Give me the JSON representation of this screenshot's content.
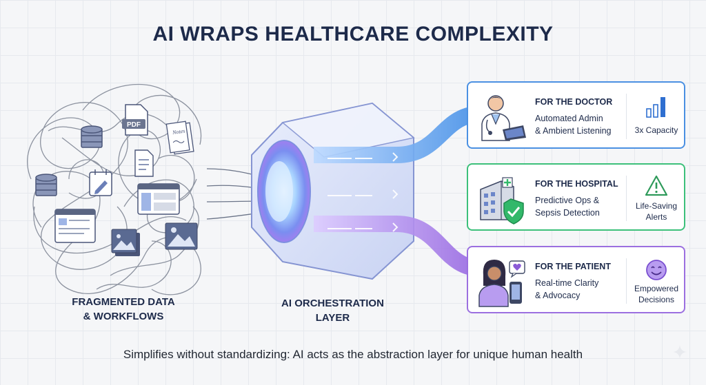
{
  "title": "AI WRAPS HEALTHCARE COMPLEXITY",
  "left_caption": [
    "FRAGMENTED DATA",
    "& WORKFLOWS"
  ],
  "center_caption": [
    "AI ORCHESTRATION",
    "LAYER"
  ],
  "document_icon_labels": {
    "pdf": "PDF",
    "notes": "Notes"
  },
  "cards": [
    {
      "heading": "FOR THE DOCTOR",
      "desc": [
        "Automated Admin",
        "& Ambient Listening"
      ],
      "metric": [
        "3x Capacity"
      ],
      "color": "#4a90e2"
    },
    {
      "heading": "FOR THE HOSPITAL",
      "desc": [
        "Predictive Ops &",
        "Sepsis Detection"
      ],
      "metric": [
        "Life-Saving",
        "Alerts"
      ],
      "color": "#3cc07a"
    },
    {
      "heading": "FOR THE PATIENT",
      "desc": [
        "Real-time Clarity",
        "& Advocacy"
      ],
      "metric": [
        "Empowered",
        "Decisions"
      ],
      "color": "#9b6fe0"
    }
  ],
  "footer": "Simplifies without standardizing: AI acts as the abstraction layer for unique human health"
}
